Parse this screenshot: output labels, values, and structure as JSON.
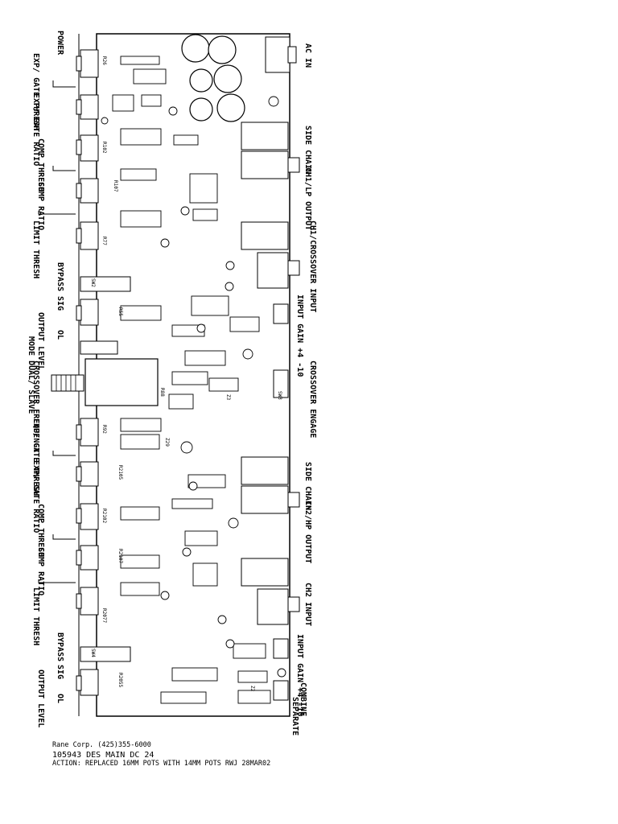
{
  "left_labels": {
    "power": "POWER",
    "ch1_exp_gate_thresh": "EXP/ GATE THRESH",
    "ch1_exp_gate_ratio": "EXP/ GATE RATIO",
    "ch1_comp_thresh": "COMP THRESH",
    "ch1_comp_ratio": "COMP RATIO",
    "ch1_limit_thresh": "LIMIT THRESH",
    "ch1_bypass": "BYPASS",
    "ch1_sig": "SIG",
    "ch1_output_level": "OUTPUT LEVEL",
    "ch1_ol": "OL",
    "mode": "MODE DUAL/ SLAVE",
    "crossover_frequency": "CROSSOVER FREQUENCY",
    "ch2_exp_gate_thresh": "EXP/ GATE THRESH",
    "ch2_exp_gate_ratio": "EXP/ GATE RATIO",
    "ch2_comp_thresh": "COMP THRESH",
    "ch2_comp_ratio": "COMP RATIO",
    "ch2_limit_thresh": "LIMIT THRESH",
    "ch2_bypass": "BYPASS",
    "ch2_sig": "SIG",
    "ch2_output_level": "OUTPUT LEVEL",
    "ch2_ol": "OL"
  },
  "right_labels": {
    "ac_in": "AC IN",
    "side_chain_1": "SIDE CHAIN",
    "ch1_lp_output": "CH1/LP OUTPUT",
    "ch1_crossover_input": "CH1/CROSSOVER INPUT",
    "input_gain_1": "INPUT GAIN +4 -10",
    "crossover_engage": "CROSSOVER ENGAGE",
    "side_chain_2": "SIDE CHAIN",
    "ch2_hp_output": "CH2/HP OUTPUT",
    "ch2_input": "CH2 INPUT",
    "input_gain_2": "INPUT GAIN +4 -10",
    "combine": "COMBINE",
    "separate": "SEPARATE"
  },
  "component_refs": {
    "r77_top": "R77",
    "r102_top": "R102",
    "r107_top": "R107",
    "r26_top": "R26",
    "r55_top": "R55",
    "r88": "R88",
    "r92_bot": "R92",
    "r2105": "R2105",
    "r2102": "R2102",
    "r2107": "R2107",
    "r2077": "R2077",
    "r2055": "R2055",
    "z29": "Z29",
    "z2": "Z2",
    "z3": "Z3",
    "sw2": "SW2",
    "sw3": "SW3",
    "sw4": "SW4"
  },
  "footer": {
    "line1": "Rane Corp. (425)355-6000",
    "line2": "105943 DES MAIN DC 24",
    "line3": "ACTION: REPLACED 16MM POTS WITH 14MM POTS RWJ 28MAR02"
  },
  "colors": {
    "ink": "#000000",
    "paper": "#ffffff"
  }
}
